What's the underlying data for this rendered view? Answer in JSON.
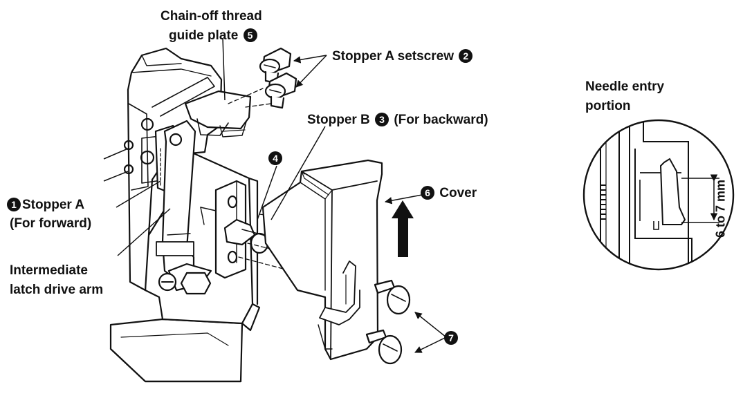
{
  "labels": {
    "chain_off_line1": "Chain-off thread",
    "chain_off_line2": "guide plate",
    "stopper_a_setscrew": "Stopper A setscrew",
    "stopper_b": "Stopper B",
    "stopper_b_note": "(For backward)",
    "cover": "Cover",
    "stopper_a": "Stopper A",
    "stopper_a_note": "(For forward)",
    "intermediate_line1": "Intermediate",
    "intermediate_line2": "latch drive arm",
    "needle_entry_line1": "Needle entry",
    "needle_entry_line2": "portion",
    "dimension": "6 to 7 mm"
  },
  "numbers": {
    "n1": "1",
    "n2": "2",
    "n3": "3",
    "n4": "4",
    "n5": "5",
    "n6": "6",
    "n7": "7"
  },
  "colors": {
    "ink": "#111111",
    "paper": "#ffffff",
    "shade": "#cfcfcf"
  }
}
